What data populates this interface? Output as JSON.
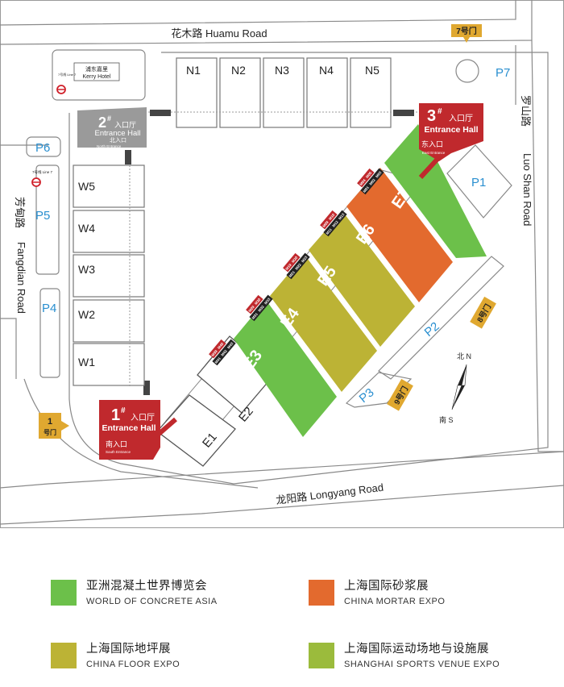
{
  "roads": {
    "huamu": "花木路 Huamu Road",
    "luoshan_zh": "罗山路",
    "luoshan_en": "Luo Shan Road",
    "fangdian_zh": "芳甸路",
    "fangdian_en": "Fangdian Road",
    "longyang": "龙阳路 Longyang Road"
  },
  "hotel": {
    "zh": "浦东嘉里",
    "en": "Kerry Hotel",
    "metro": "7号线 Line 7"
  },
  "metro_left": "7号线 Line 7",
  "halls_north": [
    "N1",
    "N2",
    "N3",
    "N4",
    "N5"
  ],
  "halls_west": [
    "W5",
    "W4",
    "W3",
    "W2",
    "W1"
  ],
  "halls_east": [
    "E1",
    "E2",
    "E3",
    "E4",
    "E5",
    "E6",
    "E7"
  ],
  "parking": [
    "P1",
    "P2",
    "P3",
    "P4",
    "P5",
    "P6",
    "P7"
  ],
  "entrances": {
    "hall2": {
      "num": "2",
      "sup": "#",
      "zh": "入口厅",
      "en": "Entrance Hall",
      "sub_zh": "北入口",
      "sub_en": "North Entrance"
    },
    "hall3": {
      "num": "3",
      "sup": "#",
      "zh": "入口厅",
      "en": "Entrance Hall",
      "sub_zh": "东入口",
      "sub_en": "East Entrance"
    },
    "hall1": {
      "num": "1",
      "sup": "#",
      "zh": "入口厅",
      "en": "Entrance Hall",
      "sub_zh": "南入口",
      "sub_en": "South Entrance"
    }
  },
  "gates": {
    "g7": "7号门",
    "g1_num": "1",
    "g1_zh": "号门",
    "g8": "8号门",
    "g9": "9号门"
  },
  "compass": {
    "north": "北 N",
    "south": "南 S"
  },
  "meeting_rooms": {
    "e3": [
      "M41",
      "M42",
      "M43"
    ],
    "e3_red": [
      "M39",
      "M40"
    ],
    "e4": [
      "M31",
      "M32",
      "M33"
    ],
    "e4_red": [
      "M29",
      "M30"
    ],
    "e5": [
      "M21",
      "M22",
      "M23"
    ],
    "e5_red": [
      "M19",
      "M20"
    ],
    "e6": [
      "M11",
      "M12",
      "M13"
    ],
    "e6_red": [
      "M09",
      "M10"
    ],
    "e7": [
      "M01",
      "M02",
      "M03"
    ],
    "e7_red": [
      "M04",
      "M05"
    ]
  },
  "colors": {
    "concrete": "#6cc04a",
    "mortar": "#e36a2e",
    "floor": "#bcb335",
    "sports": "#9bbb3c",
    "entrance_red": "#c0292d",
    "gate_gold": "#e0a830",
    "parking_blue": "#2a8fd0"
  },
  "legend": [
    {
      "zh": "亚洲混凝土世界博览会",
      "en": "WORLD OF CONCRETE ASIA",
      "color": "#6cc04a"
    },
    {
      "zh": "上海国际砂浆展",
      "en": "CHINA MORTAR EXPO",
      "color": "#e36a2e"
    },
    {
      "zh": "上海国际地坪展",
      "en": "CHINA FLOOR EXPO",
      "color": "#bcb335"
    },
    {
      "zh": "上海国际运动场地与设施展",
      "en": "SHANGHAI SPORTS VENUE EXPO",
      "color": "#9bbb3c"
    }
  ]
}
